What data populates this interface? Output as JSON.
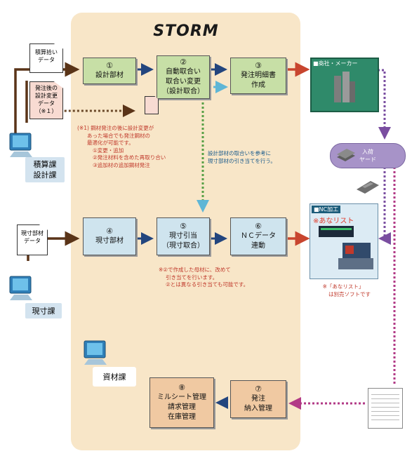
{
  "title": "STORM",
  "boxes": {
    "b1": {
      "num": "①",
      "label": "設計部材"
    },
    "b2": {
      "num": "②",
      "l1": "自動取合い",
      "l2": "取合い変更",
      "l3": "（設計取合）"
    },
    "b3": {
      "num": "③",
      "l1": "発注明細書",
      "l2": "作成"
    },
    "b4": {
      "num": "④",
      "label": "現寸部材"
    },
    "b5": {
      "num": "⑤",
      "l1": "現寸引当",
      "l2": "（現寸取合）"
    },
    "b6": {
      "num": "⑥",
      "l1": "ＮＣデータ",
      "l2": "連動"
    },
    "b7": {
      "num": "⑦",
      "l1": "発注",
      "l2": "納入管理"
    },
    "b8": {
      "num": "⑧",
      "l1": "ミルシート管理",
      "l2": "請求管理",
      "l3": "在庫管理"
    }
  },
  "docs": {
    "sekisan": {
      "l1": "積算拾い",
      "l2": "データ"
    },
    "hatchugo": {
      "l1": "発注後の",
      "l2": "設計変更",
      "l3": "データ",
      "l4": "（※１）"
    },
    "genzun": {
      "l1": "現寸部材",
      "l2": "データ"
    }
  },
  "depts": {
    "sekisan": {
      "l1": "積算課",
      "l2": "設計課"
    },
    "genzun": "現寸課",
    "shizai": "資材課"
  },
  "notes": {
    "n1": [
      "(※1) 鋼材発注の後に設計変更が",
      "あった場合でも発注鋼材の",
      "最適化が可能です。",
      "①変更・追加",
      "②発注材料を含めた再取り合い",
      "③追加材の追加鋼材発注"
    ],
    "n2": [
      "設計部材の取合いを参考に",
      "現寸部材の引き当てを行う。"
    ],
    "n3": [
      "※②で作成した母材に、改めて",
      "引き当てを行います。",
      "②とは異なる引き当ても可能です。"
    ],
    "n4": [
      "※「あなリスト」",
      "は別売ソフトです"
    ]
  },
  "right": {
    "maker": "■商社・メーカー",
    "yard_l1": "入荷",
    "yard_l2": "ヤード",
    "nc": "■NC加工",
    "anarisuto": "※あなリスト"
  },
  "colors": {
    "brown": "#5a3418",
    "navy": "#23457e",
    "red": "#c8452e",
    "purple": "#7a4ea0",
    "magenta": "#b23a86",
    "green_dot": "#58a046",
    "cyan": "#5fb6d6"
  }
}
